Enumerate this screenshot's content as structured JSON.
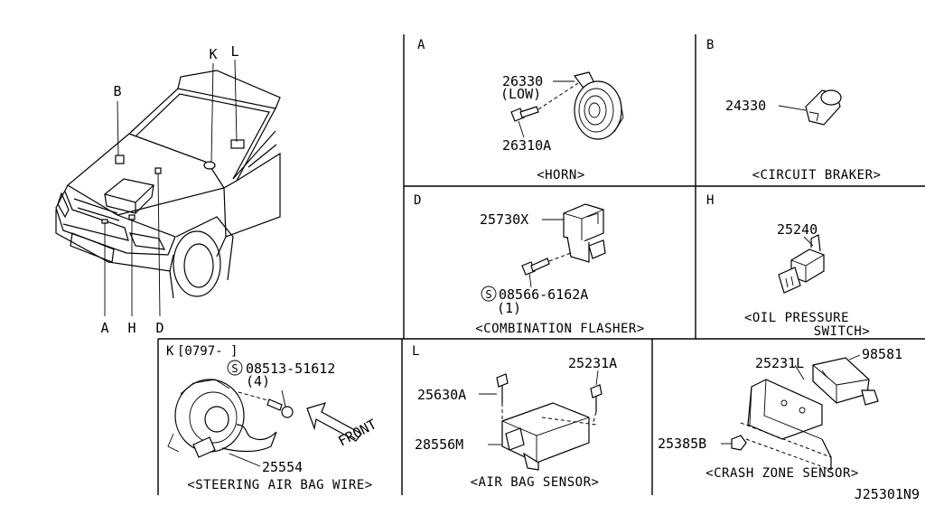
{
  "diagram_id": "J25301N9",
  "vehicle_callouts": [
    "B",
    "K",
    "L",
    "A",
    "H",
    "D"
  ],
  "panels": {
    "A": {
      "letter": "A",
      "caption": "<HORN>",
      "parts": [
        "26330",
        "(LOW)",
        "26310A"
      ]
    },
    "B": {
      "letter": "B",
      "caption": "<CIRCUIT BRAKER>",
      "parts": [
        "24330"
      ]
    },
    "D": {
      "letter": "D",
      "caption": "<COMBINATION FLASHER>",
      "parts": [
        "25730X",
        "08566-6162A",
        "(1)"
      ],
      "s_mark": "S"
    },
    "H": {
      "letter": "H",
      "caption_line1": "<OIL PRESSURE",
      "caption_line2": "SWITCH>",
      "parts": [
        "25240"
      ]
    },
    "K": {
      "letter": "K",
      "date": "[0797-      ]",
      "caption": "<STEERING AIR BAG WIRE>",
      "parts": [
        "08513-51612",
        "(4)",
        "25554"
      ],
      "s_mark": "S",
      "front_label": "FRONT"
    },
    "L": {
      "letter": "L",
      "caption": "<AIR BAG SENSOR>",
      "parts": [
        "25231A",
        "25630A",
        "28556M"
      ]
    },
    "CZ": {
      "caption": "<CRASH ZONE SENSOR>",
      "parts": [
        "25231L",
        "98581",
        "25385B"
      ]
    }
  }
}
